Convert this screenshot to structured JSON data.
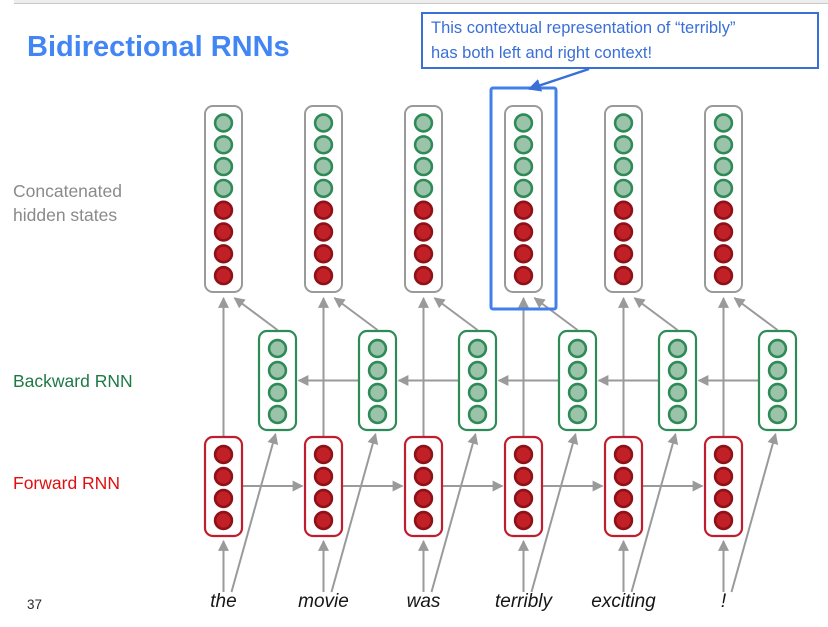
{
  "title": "Bidirectional RNNs",
  "page": {
    "number": "37"
  },
  "callout": {
    "line1": "This contextual representation of “terribly”",
    "line2": "has both left and right context!"
  },
  "row_labels": {
    "concatenated_line1": "Concatenated",
    "concatenated_line2": "hidden states",
    "backward": "Backward RNN",
    "forward": "Forward RNN"
  },
  "words": [
    "the",
    "movie",
    "was",
    "terribly",
    "exciting",
    "!"
  ],
  "highlight": {
    "word": "terribly",
    "column_index": 3
  },
  "structure": {
    "num_columns": 6,
    "concat_green_dots": 4,
    "concat_red_dots": 4,
    "backward_dots": 4,
    "forward_dots": 4,
    "forward_direction": "right",
    "backward_direction": "left"
  },
  "colors": {
    "title_blue": "#4285f4",
    "callout_blue": "#3a6fd8",
    "highlight_blue": "#4080e8",
    "green_dot_fill": "#9bc3a9",
    "green_dot_stroke": "#2e8b57",
    "red_dot_fill": "#c02026",
    "red_dot_stroke": "#8e1118",
    "backward_cell_border": "#2e8b57",
    "forward_cell_border": "#bf1e2e",
    "concat_cell_border": "#9a9a9a",
    "arrow_gray": "#9a9a9a",
    "concat_label_gray": "#8a8a8a",
    "backward_label_green": "#1e7a45",
    "forward_label_red": "#e01010"
  }
}
